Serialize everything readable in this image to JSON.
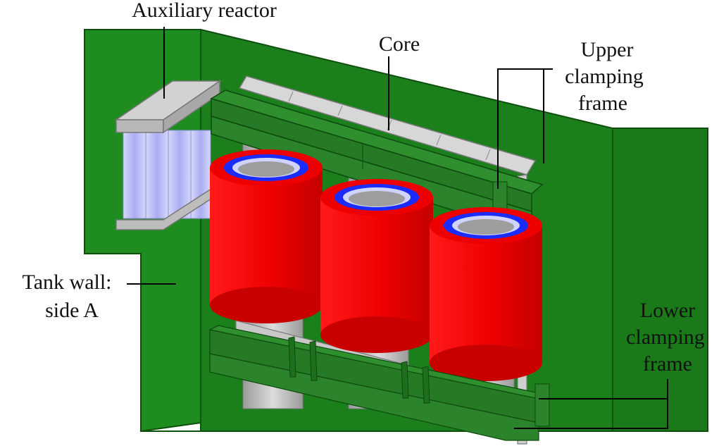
{
  "labels": {
    "auxiliary_reactor": "Auxiliary reactor",
    "core": "Core",
    "upper_clamping_frame": [
      "Upper",
      "clamping",
      "frame"
    ],
    "tank_wall": [
      "Tank wall:",
      "side A"
    ],
    "lower_clamping_frame": [
      "Lower",
      "clamping",
      "frame"
    ]
  },
  "colors": {
    "tank_wall": "#1f8a1f",
    "tank_wall_dark": "#146b14",
    "clamping_frame": "#2e7d32",
    "core_steel": "#c8c8c8",
    "winding_outer": "#ee0000",
    "winding_inner": "#1a2cff",
    "reactor_coil": "#b7baf5",
    "reactor_plate": "#c9c9c9"
  }
}
